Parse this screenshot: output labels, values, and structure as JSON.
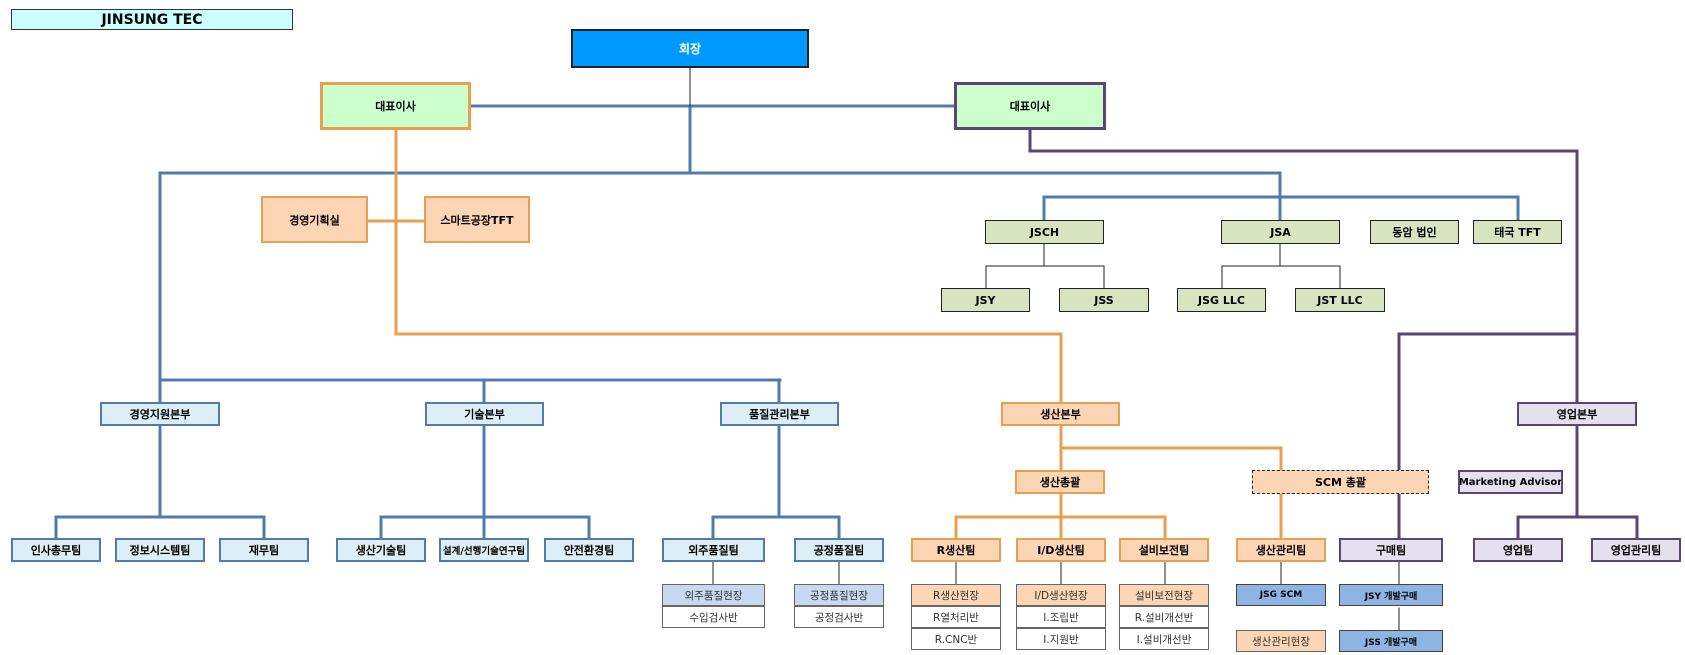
{
  "header": {
    "company": "JINSUNG TEC"
  },
  "nodes": {
    "chairman": "회장",
    "ceo_left": "대표이사",
    "ceo_right": "대표이사",
    "mgmt_planning": "경영기획실",
    "smart_factory": "스마트공장TFT",
    "jsch": "JSCH",
    "jsa": "JSA",
    "dongam": "동암 법인",
    "thai_tft": "태국 TFT",
    "jsy": "JSY",
    "jss": "JSS",
    "jsg_llc": "JSG LLC",
    "jst_llc": "JST LLC",
    "mgmt_support_hq": "경영지원본부",
    "tech_hq": "기술본부",
    "quality_hq": "품질관리본부",
    "production_hq": "생산본부",
    "sales_hq": "영업본부",
    "production_general": "생산총괄",
    "scm_general": "SCM 총괄",
    "marketing_advisor": "Marketing Advisor",
    "hr_team": "인사총무팀",
    "info_sys_team": "정보시스템팀",
    "finance_team": "재무팀",
    "prod_tech_team": "생산기술팀",
    "design_team": "설계/선행기술연구팀",
    "safety_team": "안전환경팀",
    "outsource_quality_team": "외주품질팀",
    "process_quality_team": "공정품질팀",
    "r_prod_team": "R생산팀",
    "id_prod_team": "I/D생산팀",
    "facility_team": "설비보전팀",
    "prod_mgmt_team": "생산관리팀",
    "purchase_team": "구매팀",
    "sales_team": "영업팀",
    "sales_mgmt_team": "영업관리팀"
  },
  "subunits": {
    "outsource_field": "외주품질현장",
    "incoming_inspection": "수입검사반",
    "process_field": "공정품질현장",
    "process_inspection": "공정검사반",
    "r_field": "R생산현장",
    "r_heat": "R열처리반",
    "r_cnc": "R.CNC반",
    "id_field": "I/D생산현장",
    "id_assembly": "I.조립반",
    "id_support": "I.지원반",
    "facility_field": "설비보전현장",
    "r_facility": "R.설비개선반",
    "i_facility": "I.설비개선반",
    "jsg_scm": "JSG SCM",
    "prod_mgmt_field": "생산관리현장",
    "jsy_dev_purchase": "JSY 개발구매",
    "jss_dev_purchase": "JSS 개발구매"
  },
  "colors": {
    "blue_line": "#4f7cad",
    "orange_line": "#e8a050",
    "purple_line": "#5a4577",
    "dark_line": "#222222"
  }
}
